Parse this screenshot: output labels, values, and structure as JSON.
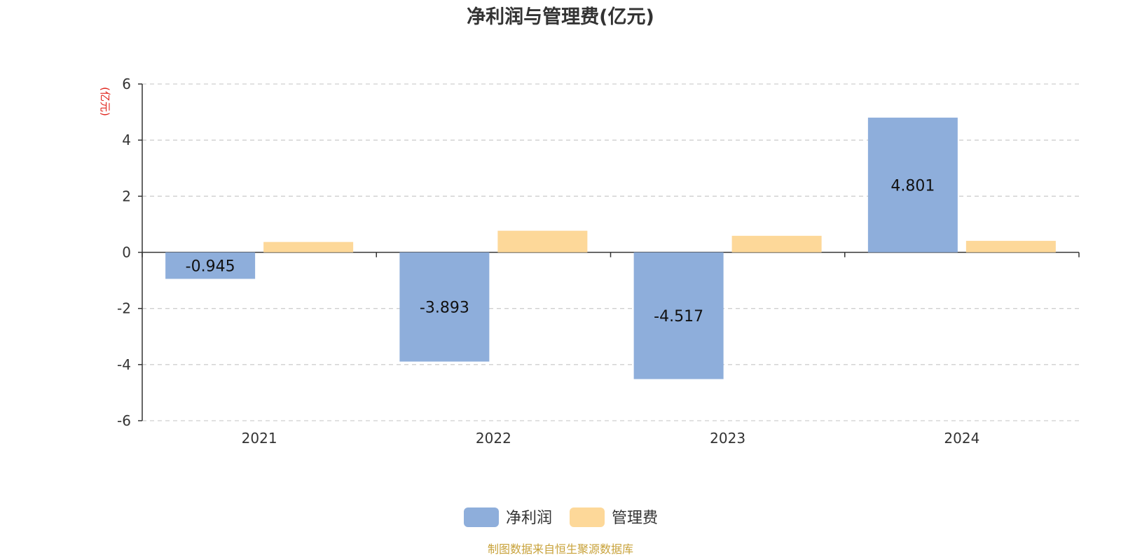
{
  "chart_data": {
    "type": "bar",
    "title": "净利润与管理费(亿元)",
    "ylabel": "(亿元)",
    "categories": [
      "2021",
      "2022",
      "2023",
      "2024"
    ],
    "series": [
      {
        "name": "净利润",
        "values": [
          -0.945,
          -3.893,
          -4.517,
          4.801
        ],
        "labels": [
          "-0.945",
          "-3.893",
          "-4.517",
          "4.801"
        ],
        "color": "#8eaedb"
      },
      {
        "name": "管理费",
        "values": [
          0.37,
          0.77,
          0.59,
          0.41
        ],
        "color": "#fdd899"
      }
    ],
    "ylim": [
      -6,
      6
    ],
    "yticks": [
      -6,
      -4,
      -2,
      0,
      2,
      4,
      6
    ],
    "grid": true,
    "legend": "bottom-center"
  },
  "footer": {
    "source": "制图数据来自恒生聚源数据库"
  }
}
